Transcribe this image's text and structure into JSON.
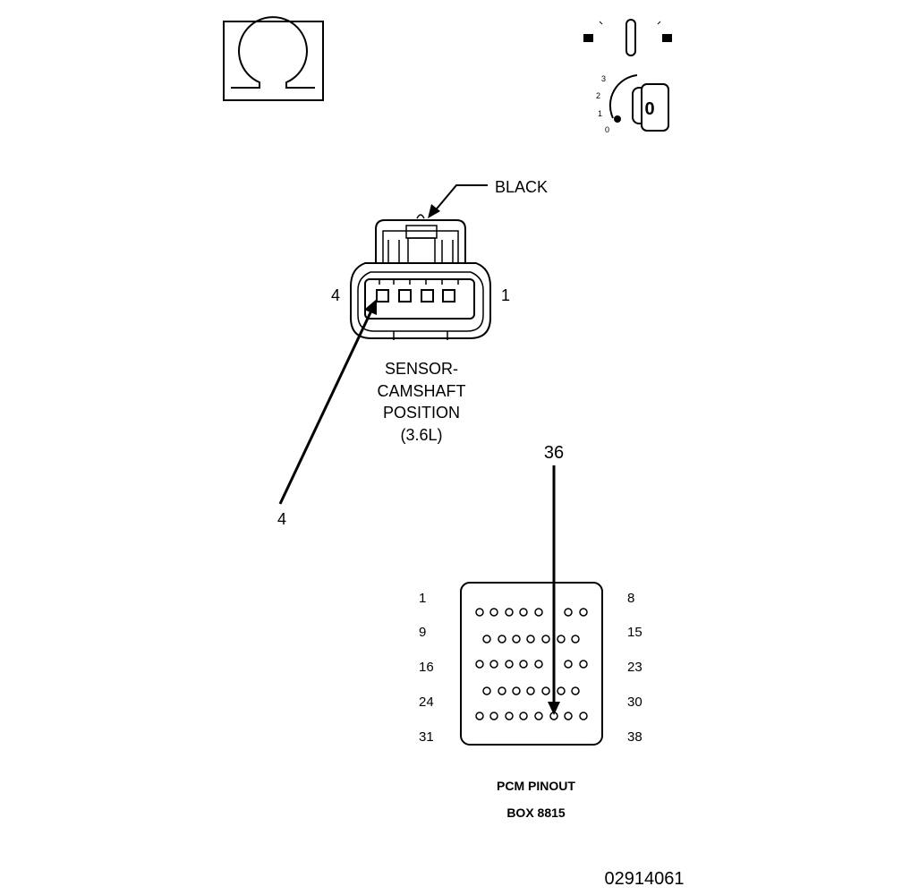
{
  "connector": {
    "color_label": "BLACK",
    "pin_left_label": "4",
    "pin_right_label": "1",
    "name_lines": [
      "SENSOR-",
      "CAMSHAFT",
      "POSITION",
      "(3.6L)"
    ]
  },
  "callouts": {
    "sensor_pin": "4",
    "pcm_pin": "36"
  },
  "ignition": {
    "scale_labels": [
      "3",
      "2",
      "1",
      "0"
    ],
    "key_position": "0"
  },
  "pcm": {
    "row_labels_left": [
      "1",
      "9",
      "16",
      "24",
      "31"
    ],
    "row_labels_right": [
      "8",
      "15",
      "23",
      "30",
      "38"
    ],
    "title_line1": "PCM PINOUT",
    "title_line2": "BOX 8815"
  },
  "figure_id": "02914061",
  "icons": {
    "ohmmeter": "ohm-icon",
    "ignition": "ignition-key-icon"
  }
}
